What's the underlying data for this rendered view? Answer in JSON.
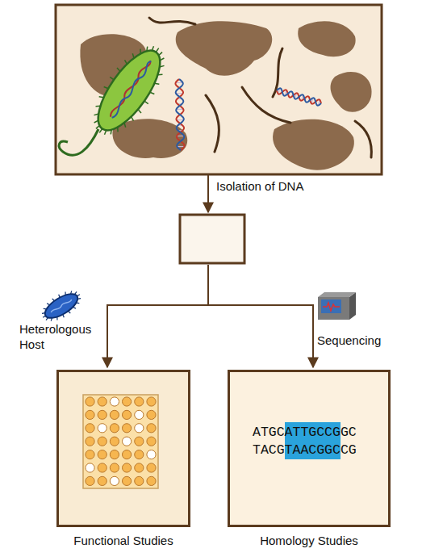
{
  "diagram": {
    "nodes": [
      {
        "text": [
          "Functional Studies"
        ]
      },
      {
        "text": [
          "ATGCATTGCCGGC",
          "TACGTAACGGCCG",
          "Homology Studies"
        ]
      }
    ],
    "labels": [
      "Isolation of DNA",
      "Heterologous Host",
      "Sequencing"
    ]
  }
}
